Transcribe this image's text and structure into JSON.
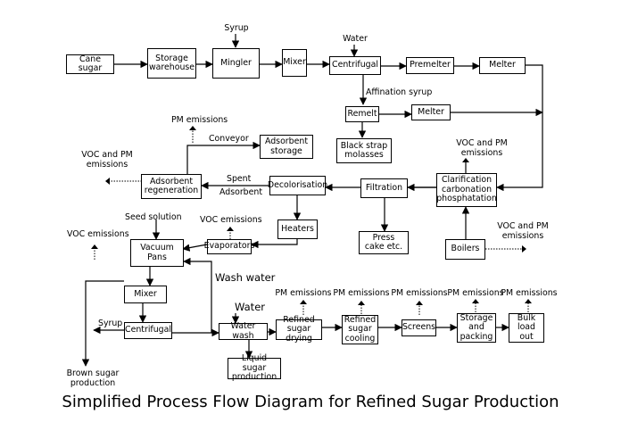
{
  "title": "Simplified Process Flow Diagram for Refined Sugar Production",
  "nodes": {
    "cane_sugar": "Cane sugar",
    "storage_warehouse": "Storage\nwarehouse",
    "mingler": "Mingler",
    "mixer_top": "Mixer",
    "centrifugal_top": "Centrifugal",
    "premelter": "Premelter",
    "melter_top": "Melter",
    "remelt": "Remelt",
    "melter_mid": "Melter",
    "black_strap_molasses": "Black strap\nmolasses",
    "adsorbent_storage": "Adsorbent\nstorage",
    "adsorbent_regeneration": "Adsorbent\nregeneration",
    "decolorisation": "Decolorisation",
    "filtration": "Filtration",
    "clarification": "Clarification\ncarbonation\nphosphatation",
    "heaters": "Heaters",
    "evaporators": "Evaporators",
    "vacuum_pans": "Vacuum\nPans",
    "press_cake": "Press\ncake etc.",
    "boilers": "Boilers",
    "mixer_low": "Mixer",
    "centrifugal_low": "Centrifugal",
    "water_wash": "Water wash",
    "refined_sugar_drying": "Refined sugar\ndrying",
    "refined_sugar_cooling": "Refined\nsugar\ncooling",
    "screens": "Screens",
    "storage_packing": "Storage\nand\npacking",
    "bulk_load_out": "Bulk\nload\nout",
    "liquid_sugar_production": "Liquid sugar\nproduction"
  },
  "labels": {
    "syrup_top": "Syrup",
    "water_top": "Water",
    "affination_syrup": "Affination syrup",
    "pm_emissions_conveyor": "PM emissions",
    "conveyor": "Conveyor",
    "voc_pm_regen": "VOC and PM\nemissions",
    "spent": "Spent",
    "adsorbent": "Adsorbent",
    "voc_pm_clarification": "VOC and PM\nemissions",
    "seed_solution": "Seed solution",
    "voc_emissions_evap": "VOC emissions",
    "voc_emissions_vacuum": "VOC emissions",
    "voc_pm_boilers": "VOC and PM\nemissions",
    "wash_water": "Wash water",
    "water_low": "Water",
    "syrup_low": "Syrup",
    "brown_sugar_production": "Brown sugar\nproduction",
    "pm_emissions_drying": "PM emissions",
    "pm_emissions_cooling": "PM emissions",
    "pm_emissions_screens": "PM emissions",
    "pm_emissions_storage": "PM emissions",
    "pm_emissions_bulk": "PM emissions"
  }
}
